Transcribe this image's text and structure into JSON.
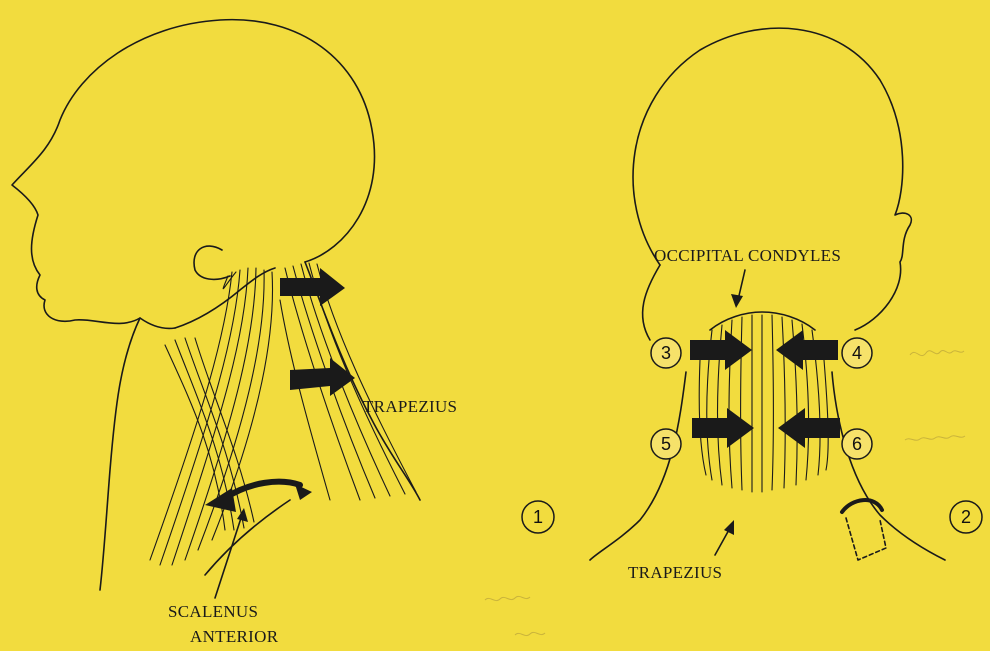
{
  "labels": {
    "trapezius_left": "TRAPEZIUS",
    "scalenus_1": "SCALENUS",
    "scalenus_2": "ANTERIOR",
    "occipital_condyles": "OCCIPITAL CONDYLES",
    "trapezius_right": "TRAPEZIUS"
  },
  "figure_numbers": [
    "1",
    "2"
  ],
  "point_numbers": [
    "3",
    "4",
    "5",
    "6"
  ],
  "colors": {
    "background": "#f2dc3e",
    "ink": "#1a1a1a"
  }
}
